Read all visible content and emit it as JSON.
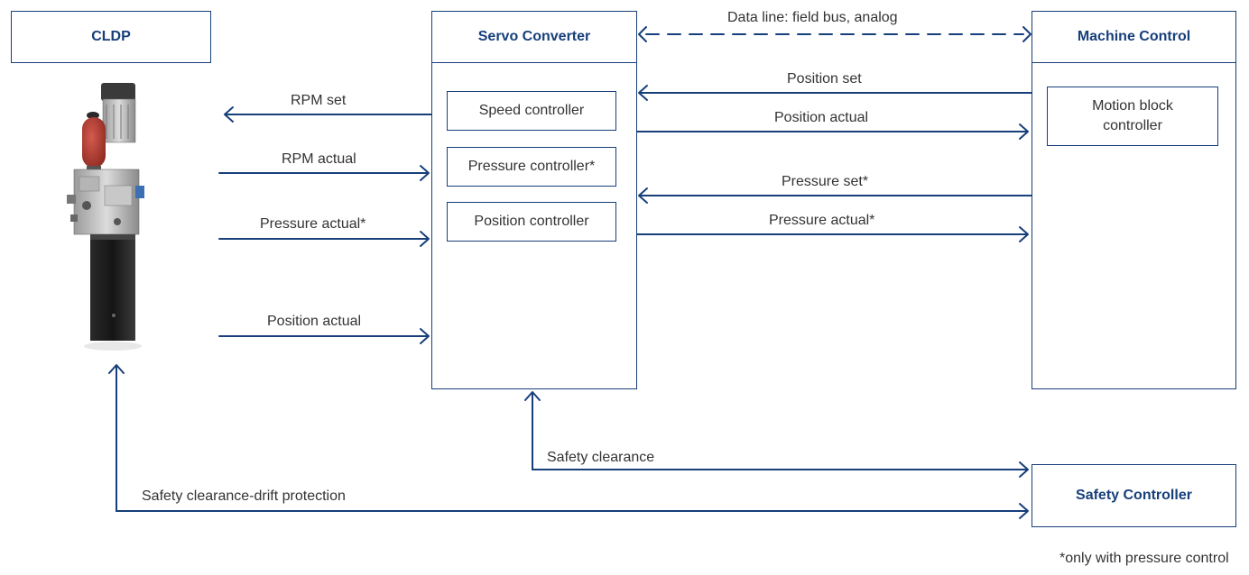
{
  "colors": {
    "line": "#173f7a",
    "header_text": "#173f7a",
    "text": "#333333"
  },
  "blocks": {
    "cldp": {
      "title": "CLDP"
    },
    "servo": {
      "title": "Servo Converter",
      "controllers": [
        "Speed controller",
        "Pressure controller*",
        "Position controller"
      ]
    },
    "machine": {
      "title": "Machine Control",
      "motion_block": [
        "Motion block",
        "controller"
      ]
    },
    "safety": {
      "title": "Safety Controller"
    }
  },
  "signals": {
    "data_line": "Data line: field bus, analog",
    "rpm_set": "RPM set",
    "rpm_actual": "RPM actual",
    "pressure_actual_left": "Pressure actual*",
    "position_actual_left": "Position actual",
    "position_set": "Position set",
    "position_actual_right": "Position actual",
    "pressure_set": "Pressure set*",
    "pressure_actual_right": "Pressure actual*",
    "safety_clearance": "Safety clearance",
    "safety_drift": "Safety clearance-drift protection"
  },
  "footnote": "*only with pressure control",
  "device_image": "cldp-pump-unit-illustration"
}
